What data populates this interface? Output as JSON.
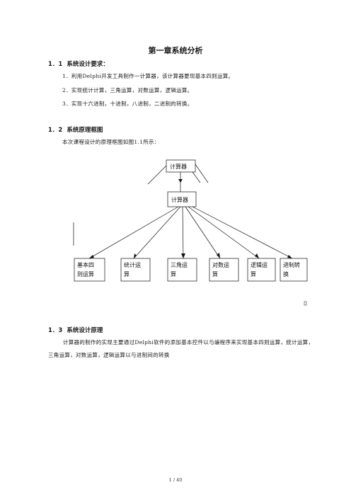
{
  "title": "第一章系统分析",
  "sections": [
    {
      "number": "1．1",
      "heading": "系统设计要求：",
      "items": [
        "1．利用Delphi开发工具制作一计算器，该计算器要现基本四则运算。",
        "2．实现统计计算，三角运算，对数运算，逻辑运算。",
        "3．实现十六进制，十进制，八进制，二进制的转换。"
      ]
    },
    {
      "number": "1．2",
      "heading": "系统原理框图",
      "intro": "本次课程设计的原理框图如图1.1所示："
    },
    {
      "number": "1．3",
      "heading": "系统设计原理",
      "paragraph": "计算器的制作的实现主要通过Delphi软件的添加基本控件以与编程序来实现基本四则运算，统计运算，三角运算，对数运算，逻辑运算以与进制间的转换"
    }
  ],
  "diagram": {
    "top": [
      "计算器"
    ],
    "middle": [
      "计算器"
    ],
    "leaves": [
      [
        "基本四",
        "则运算"
      ],
      [
        "统计运",
        "算"
      ],
      [
        "三角运",
        "算"
      ],
      [
        "对数运",
        "算"
      ],
      [
        "逻辑运",
        "算"
      ],
      [
        "进制转",
        "换"
      ]
    ]
  },
  "footer": "1 / 40"
}
